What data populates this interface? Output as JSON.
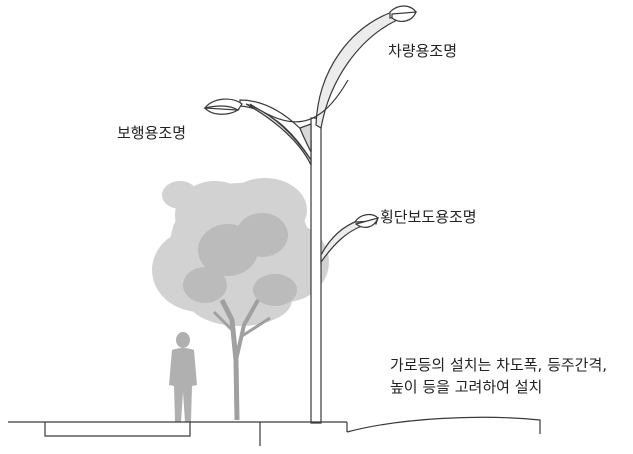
{
  "labels": {
    "vehicle": "차량용조명",
    "pedestrian": "보행용조명",
    "crosswalk": "횡단보도용조명"
  },
  "note": {
    "line1": "가로등의 설치는 차도폭, 등주간격,",
    "line2": "높이 등을 고려하여 설치"
  },
  "colors": {
    "line": "#3a3a3a",
    "pole_fill": "#ffffff",
    "arm_fill": "#e8e8e8",
    "tree": "#b9b9b9",
    "person": "#b0b0b0",
    "text": "#222222"
  }
}
